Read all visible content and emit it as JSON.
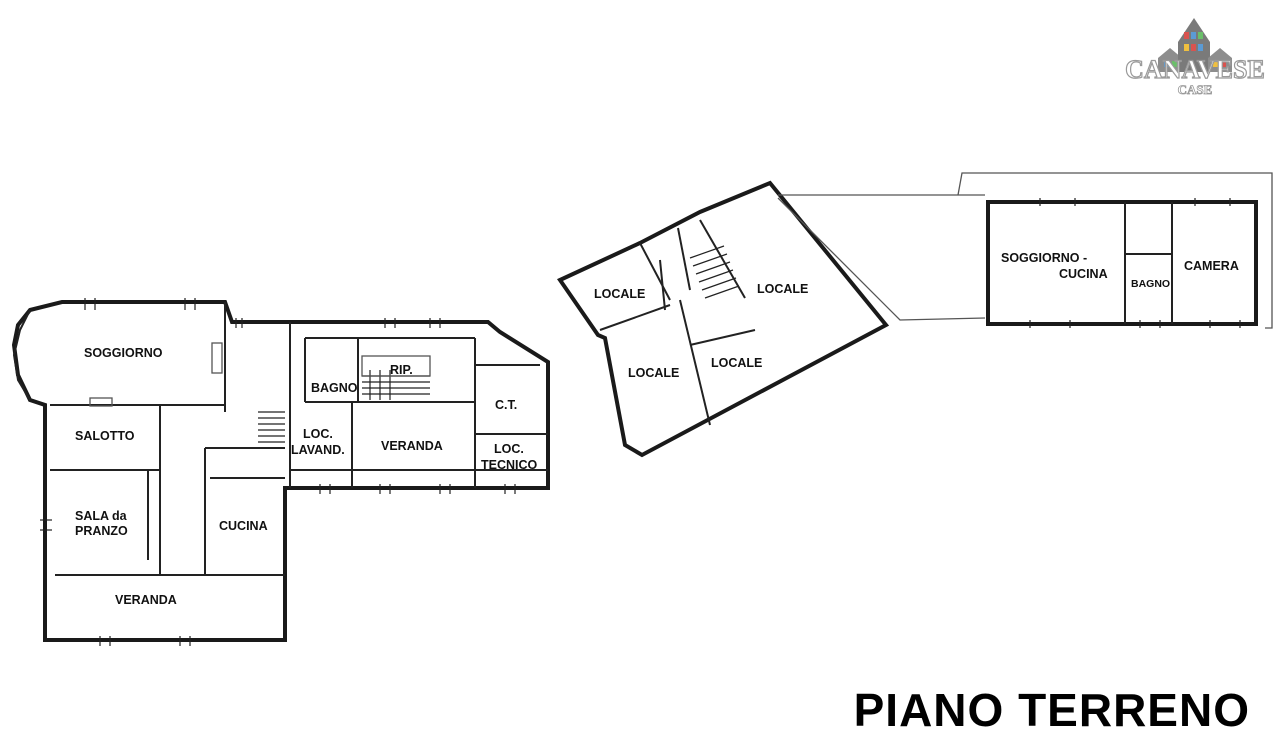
{
  "title": "PIANO TERRENO",
  "logo": {
    "text_main": "CANAVESE",
    "text_sub": "CASE",
    "colors": {
      "text": "#a8a8a8",
      "roof": "#8d8d8d",
      "window_red": "#d9534f",
      "window_blue": "#5b9bd5",
      "window_green": "#6abf69",
      "window_yellow": "#f0c040"
    }
  },
  "plans": {
    "left": {
      "rooms": {
        "soggiorno": "SOGGIORNO",
        "salotto": "SALOTTO",
        "sala_line1": "SALA da",
        "sala_line2": "PRANZO",
        "veranda_bottom": "VERANDA",
        "cucina": "CUCINA",
        "bagno": "BAGNO",
        "rip": "RIP.",
        "loc_lavand_line1": "LOC.",
        "loc_lavand_line2": "LAVAND.",
        "veranda_mid": "VERANDA",
        "ct": "C.T.",
        "loc_tecnico_line1": "LOC.",
        "loc_tecnico_line2": "TECNICO"
      }
    },
    "middle": {
      "rooms": {
        "locale_a": "LOCALE",
        "locale_b": "LOCALE",
        "locale_c": "LOCALE",
        "locale_d": "LOCALE"
      }
    },
    "right": {
      "rooms": {
        "soggiorno_line1": "SOGGIORNO -",
        "soggiorno_line2": "CUCINA",
        "bagno": "BAGNO",
        "camera": "CAMERA"
      }
    }
  }
}
